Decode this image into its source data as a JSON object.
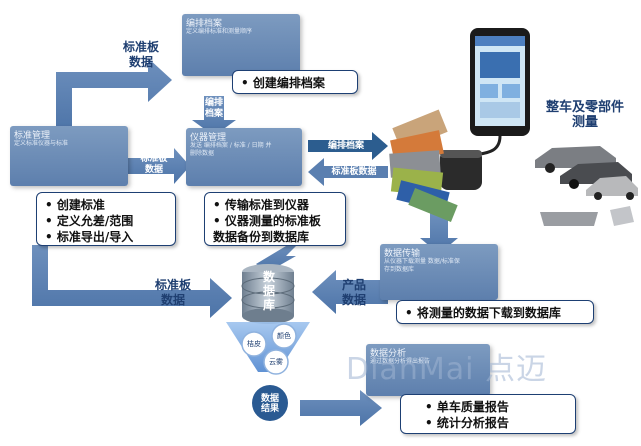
{
  "panels": {
    "standard_mgmt": {
      "title": "标准管理",
      "sub": "定义标准仪器与标准"
    },
    "schedule_file": {
      "title": "编排档案",
      "sub": "定义编排标准和测量顺序"
    },
    "instrument_mgmt": {
      "title": "仪器管理",
      "sub": "发送 编排档案 / 标准 / 日期 并\n删除数据"
    },
    "data_transfer": {
      "title": "数据传输",
      "sub": "从仪器下载测量 数据/标准保\n存到数据库"
    },
    "data_analysis": {
      "title": "数据分析",
      "sub": "通过数据分析得出报告"
    }
  },
  "cards": {
    "standard_lines": [
      "• 创建标准",
      "• 定义允差/范围",
      "• 标准导出/导入"
    ],
    "schedule_line": "• 创建编排档案",
    "instrument_lines": [
      "• 传输标准到仪器",
      "• 仪器测量的标准板",
      "  数据备份到数据库"
    ],
    "download_line": "• 将测量的数据下载到数据库",
    "report_lines": [
      "• 单车质量报告",
      "• 统计分析报告"
    ]
  },
  "arrow_labels": {
    "std_board_data_top": "标准板\n数据",
    "std_board_data_mid": "标准板\n数据",
    "std_board_data_bottom": "标准板\n数据",
    "schedule_file_down": "编排\n档案",
    "schedule_file_right": "编排档案",
    "std_board_data_left": "标准板数据",
    "product_data": "产品\n数据"
  },
  "database": {
    "label_chars": [
      "数",
      "据",
      "库"
    ],
    "result": "数据\n结果"
  },
  "funnel": {
    "labels": [
      "颜色",
      "桔皮",
      "云雾"
    ]
  },
  "vehicle": {
    "title": "整车及零部件\n测量"
  },
  "watermark": "DianMai 点迈",
  "colors": {
    "arrow": "#5a7fb0",
    "dark_arrow": "#2c5d8f",
    "card_border": "#1d3f73",
    "label": "#1f3f71",
    "drum": "#8c9aa8"
  }
}
